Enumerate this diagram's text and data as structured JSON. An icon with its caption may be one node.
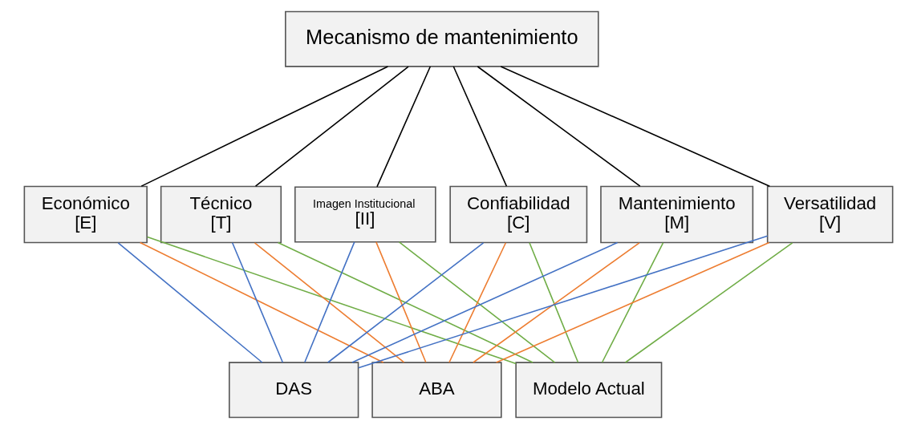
{
  "diagram": {
    "nodes": [
      {
        "text": [
          "Mecanismo de mantenimiento"
        ]
      },
      {
        "text": [
          "Económico",
          "[E]"
        ]
      },
      {
        "text": [
          "Técnico",
          "[T]"
        ]
      },
      {
        "text": [
          "Imagen Institucional",
          "[II]"
        ]
      },
      {
        "text": [
          "Confiabilidad",
          "[C]"
        ]
      },
      {
        "text": [
          "Mantenimiento",
          "[M]"
        ]
      },
      {
        "text": [
          "Versatilidad",
          "[V]"
        ]
      },
      {
        "text": [
          "DAS"
        ]
      },
      {
        "text": [
          "ABA"
        ]
      },
      {
        "text": [
          "Modelo Actual"
        ]
      }
    ],
    "edges": [
      {
        "from": 0,
        "to": 1,
        "arrow": "none"
      },
      {
        "from": 0,
        "to": 2,
        "arrow": "none"
      },
      {
        "from": 0,
        "to": 3,
        "arrow": "none"
      },
      {
        "from": 0,
        "to": 4,
        "arrow": "none"
      },
      {
        "from": 0,
        "to": 5,
        "arrow": "none"
      },
      {
        "from": 0,
        "to": 6,
        "arrow": "none"
      },
      {
        "from": 1,
        "to": 7,
        "arrow": "none",
        "color": "#4472c4"
      },
      {
        "from": 1,
        "to": 8,
        "arrow": "none",
        "color": "#ed7d31"
      },
      {
        "from": 1,
        "to": 9,
        "arrow": "none",
        "color": "#70ad47"
      },
      {
        "from": 2,
        "to": 7,
        "arrow": "none",
        "color": "#4472c4"
      },
      {
        "from": 2,
        "to": 8,
        "arrow": "none",
        "color": "#ed7d31"
      },
      {
        "from": 2,
        "to": 9,
        "arrow": "none",
        "color": "#70ad47"
      },
      {
        "from": 3,
        "to": 7,
        "arrow": "none",
        "color": "#4472c4"
      },
      {
        "from": 3,
        "to": 8,
        "arrow": "none",
        "color": "#ed7d31"
      },
      {
        "from": 3,
        "to": 9,
        "arrow": "none",
        "color": "#70ad47"
      },
      {
        "from": 4,
        "to": 7,
        "arrow": "none",
        "color": "#4472c4"
      },
      {
        "from": 4,
        "to": 8,
        "arrow": "none",
        "color": "#ed7d31"
      },
      {
        "from": 4,
        "to": 9,
        "arrow": "none",
        "color": "#70ad47"
      },
      {
        "from": 5,
        "to": 7,
        "arrow": "none",
        "color": "#4472c4"
      },
      {
        "from": 5,
        "to": 8,
        "arrow": "none",
        "color": "#ed7d31"
      },
      {
        "from": 5,
        "to": 9,
        "arrow": "none",
        "color": "#70ad47"
      },
      {
        "from": 6,
        "to": 7,
        "arrow": "none",
        "color": "#4472c4"
      },
      {
        "from": 6,
        "to": 8,
        "arrow": "none",
        "color": "#ed7d31"
      },
      {
        "from": 6,
        "to": 9,
        "arrow": "none",
        "color": "#70ad47"
      }
    ]
  }
}
